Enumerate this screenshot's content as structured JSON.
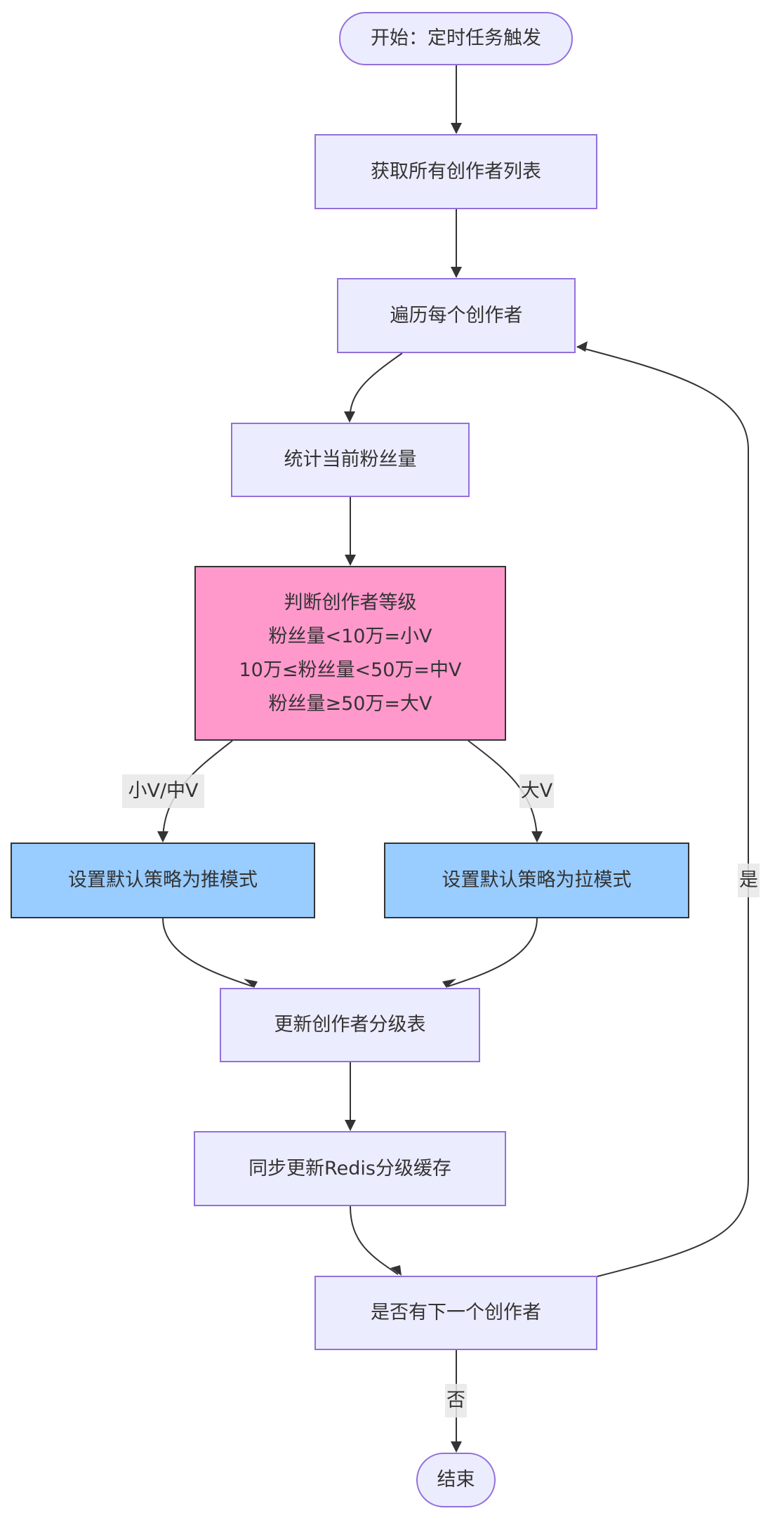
{
  "diagram": {
    "type": "flowchart",
    "direction": "top-down",
    "colors": {
      "default_fill": "#ececff",
      "default_stroke": "#9370db",
      "decision_fill": "#ff99cc",
      "strategy_fill": "#99ccff",
      "edge": "#333333",
      "edge_label_bg": "#e8e8e8"
    },
    "nodes": {
      "start": "开始：定时任务触发",
      "get_list": "获取所有创作者列表",
      "iterate": "遍历每个创作者",
      "count_fans": "统计当前粉丝量",
      "judge": {
        "lines": [
          "判断创作者等级",
          "粉丝量<10万=小V",
          "10万≤粉丝量<50万=中V",
          "粉丝量≥50万=大V"
        ]
      },
      "push_mode": "设置默认策略为推模式",
      "pull_mode": "设置默认策略为拉模式",
      "update_table": "更新创作者分级表",
      "sync_redis": "同步更新Redis分级缓存",
      "has_next": "是否有下一个创作者",
      "end": "结束"
    },
    "edge_labels": {
      "small_mid": "小V/中V",
      "big": "大V",
      "yes": "是",
      "no": "否"
    },
    "edges": [
      {
        "from": "start",
        "to": "get_list"
      },
      {
        "from": "get_list",
        "to": "iterate"
      },
      {
        "from": "iterate",
        "to": "count_fans"
      },
      {
        "from": "count_fans",
        "to": "judge"
      },
      {
        "from": "judge",
        "to": "push_mode",
        "label": "小V/中V"
      },
      {
        "from": "judge",
        "to": "pull_mode",
        "label": "大V"
      },
      {
        "from": "push_mode",
        "to": "update_table"
      },
      {
        "from": "pull_mode",
        "to": "update_table"
      },
      {
        "from": "update_table",
        "to": "sync_redis"
      },
      {
        "from": "sync_redis",
        "to": "has_next"
      },
      {
        "from": "has_next",
        "to": "iterate",
        "label": "是"
      },
      {
        "from": "has_next",
        "to": "end",
        "label": "否"
      }
    ]
  }
}
